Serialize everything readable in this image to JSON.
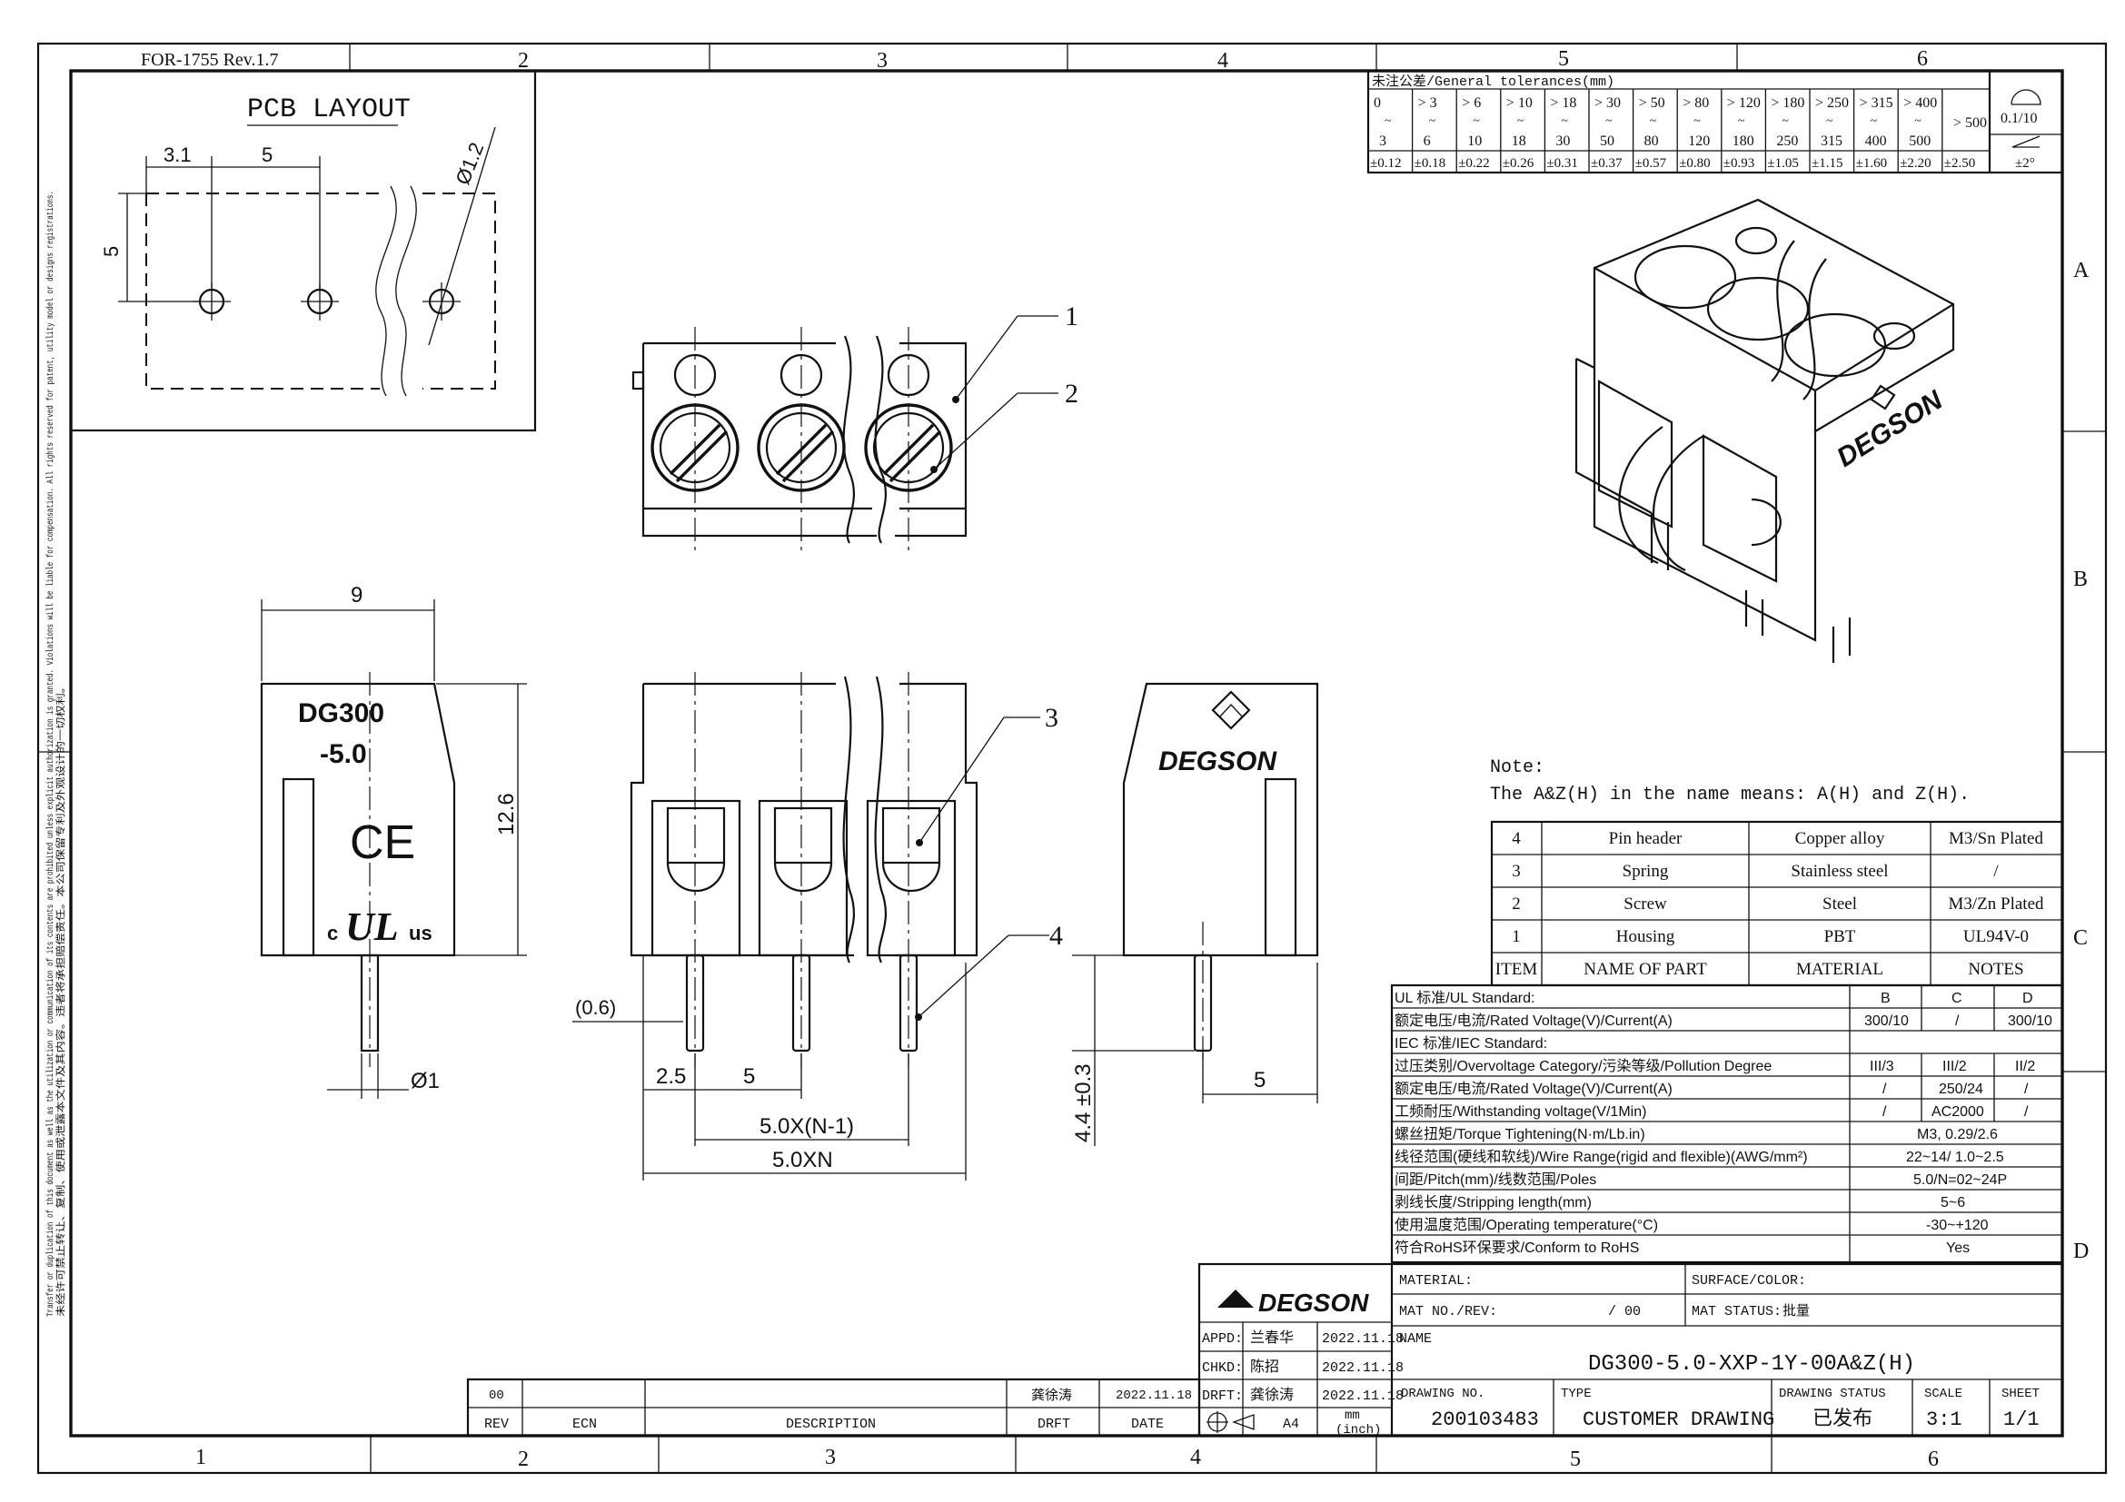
{
  "form_code": "FOR-1755 Rev.1.7",
  "zone_cols_top": [
    "2",
    "3",
    "4",
    "5",
    "6"
  ],
  "zone_cols_bottom": [
    "1",
    "2",
    "3",
    "4",
    "5",
    "6"
  ],
  "zone_rows": [
    "A",
    "B",
    "C",
    "D"
  ],
  "side_notice_1": "Transfer or duplication of this document as well as the utilization or communication of its contents are prohibited unless explicit authorization is granted. Violations will be liable for compensation. All rights reserved for patent, utility model or designs registrations.",
  "side_notice_2": "未经许可禁止转让、复制、使用或泄露本文件及其内容。违者将承担赔偿责任。本公司保留专利及外观设计的一切权利。",
  "pcb_layout": {
    "title": "PCB LAYOUT",
    "dim_offset": "3.1",
    "dim_pitch": "5",
    "dim_height": "5",
    "dim_hole": "Ø1.2"
  },
  "views": {
    "front_part_text_1": "DG300",
    "front_part_text_2": "-5.0",
    "cert_ce": "CE",
    "cert_c": "c",
    "cert_ul": "UL",
    "cert_us": "us",
    "dim_width": "9",
    "dim_height": "12.6",
    "dim_pin_dia": "Ø1",
    "dim_offset_06": "(0.6)",
    "dim_25": "2.5",
    "dim_pitch": "5",
    "dim_pitch_n1": "5.0X(N-1)",
    "dim_total": "5.0XN",
    "dim_pin_len": "4.4 ±0.3",
    "dim_side_5": "5",
    "brand": "DEGSON",
    "callouts": [
      "1",
      "2",
      "3",
      "4"
    ]
  },
  "tolerances": {
    "header": "未注公差/General tolerances(mm)",
    "ranges_low": [
      "0",
      "> 3",
      "> 6",
      "> 10",
      "> 18",
      "> 30",
      "> 50",
      "> 80",
      "> 120",
      "> 180",
      "> 250",
      "> 315",
      "> 400"
    ],
    "ranges_high": [
      "3",
      "6",
      "10",
      "18",
      "30",
      "50",
      "80",
      "120",
      "180",
      "250",
      "315",
      "400",
      "500"
    ],
    "values": [
      "±0.12",
      "±0.18",
      "±0.22",
      "±0.26",
      "±0.31",
      "±0.37",
      "±0.57",
      "±0.80",
      "±0.93",
      "±1.05",
      "±1.15",
      "±1.60",
      "±2.20",
      "±2.50"
    ],
    "over": "> 500",
    "flatness": "0.1/10",
    "angle": "±2°"
  },
  "note": {
    "label": "Note:",
    "text": "The A&Z(H) in the name means: A(H) and Z(H)."
  },
  "bom": {
    "rows": [
      {
        "item": "4",
        "name": "Pin header",
        "material": "Copper alloy",
        "notes": "M3/Sn Plated"
      },
      {
        "item": "3",
        "name": "Spring",
        "material": "Stainless steel",
        "notes": "/"
      },
      {
        "item": "2",
        "name": "Screw",
        "material": "Steel",
        "notes": "M3/Zn Plated"
      },
      {
        "item": "1",
        "name": "Housing",
        "material": "PBT",
        "notes": "UL94V-0"
      }
    ],
    "header": {
      "item": "ITEM",
      "name": "NAME OF PART",
      "material": "MATERIAL",
      "notes": "NOTES"
    }
  },
  "specs": {
    "ul_label": "UL 标准/UL Standard:",
    "cols": [
      "B",
      "C",
      "D"
    ],
    "ul_rating_label": "额定电压/电流/Rated Voltage(V)/Current(A)",
    "ul_rating": [
      "300/10",
      "/",
      "300/10"
    ],
    "iec_label": "IEC 标准/IEC Standard:",
    "overvoltage_label": "过压类别/Overvoltage Category/污染等级/Pollution Degree",
    "overvoltage": [
      "III/3",
      "III/2",
      "II/2"
    ],
    "iec_rating_label": "额定电压/电流/Rated Voltage(V)/Current(A)",
    "iec_rating": [
      "/",
      "250/24",
      "/"
    ],
    "withstand_label": "工频耐压/Withstanding voltage(V/1Min)",
    "withstand": [
      "/",
      "AC2000",
      "/"
    ],
    "torque_label": "螺丝扭矩/Torque Tightening(N·m/Lb.in)",
    "torque": "M3, 0.29/2.6",
    "wire_label": "线径范围(硬线和软线)/Wire Range(rigid and flexible)(AWG/mm²)",
    "wire": "22~14/ 1.0~2.5",
    "pitch_label": "间距/Pitch(mm)/线数范围/Poles",
    "pitch": "5.0/N=02~24P",
    "strip_label": "剥线长度/Stripping length(mm)",
    "strip": "5~6",
    "temp_label": "使用温度范围/Operating temperature(°C)",
    "temp": "-30~+120",
    "rohs_label": "符合RoHS环保要求/Conform to RoHS",
    "rohs": "Yes"
  },
  "title_block": {
    "brand": "DEGSON",
    "material_label": "MATERIAL:",
    "surface_label": "SURFACE/COLOR:",
    "mat_no_label": "MAT NO./REV:",
    "mat_no_rev": "/ 00",
    "mat_status_label": "MAT STATUS:",
    "mat_status": "批量",
    "appd_label": "APPD:",
    "appd_name": "兰春华",
    "appd_date": "2022.11.18",
    "chkd_label": "CHKD:",
    "chkd_name": "陈招",
    "chkd_date": "2022.11.18",
    "drft_label": "DRFT:",
    "drft_name": "龚徐涛",
    "drft_date": "2022.11.18",
    "name_label": "NAME",
    "part_name": "DG300-5.0-XXP-1Y-00A&Z(H)",
    "sheet_size": "A4",
    "units_mm": "mm",
    "units_inch": "(inch)",
    "drawing_no_label": "DRAWING NO.",
    "drawing_no": "200103483",
    "type_label": "TYPE",
    "type": "CUSTOMER DRAWING",
    "status_label": "DRAWING STATUS",
    "status": "已发布",
    "scale_label": "SCALE",
    "scale": "3:1",
    "sheet_label": "SHEET",
    "sheet": "1/1"
  },
  "revisions": {
    "rev": "00",
    "drft": "龚徐涛",
    "date": "2022.11.18",
    "headers": {
      "rev": "REV",
      "ecn": "ECN",
      "description": "DESCRIPTION",
      "drft": "DRFT",
      "date": "DATE"
    }
  }
}
